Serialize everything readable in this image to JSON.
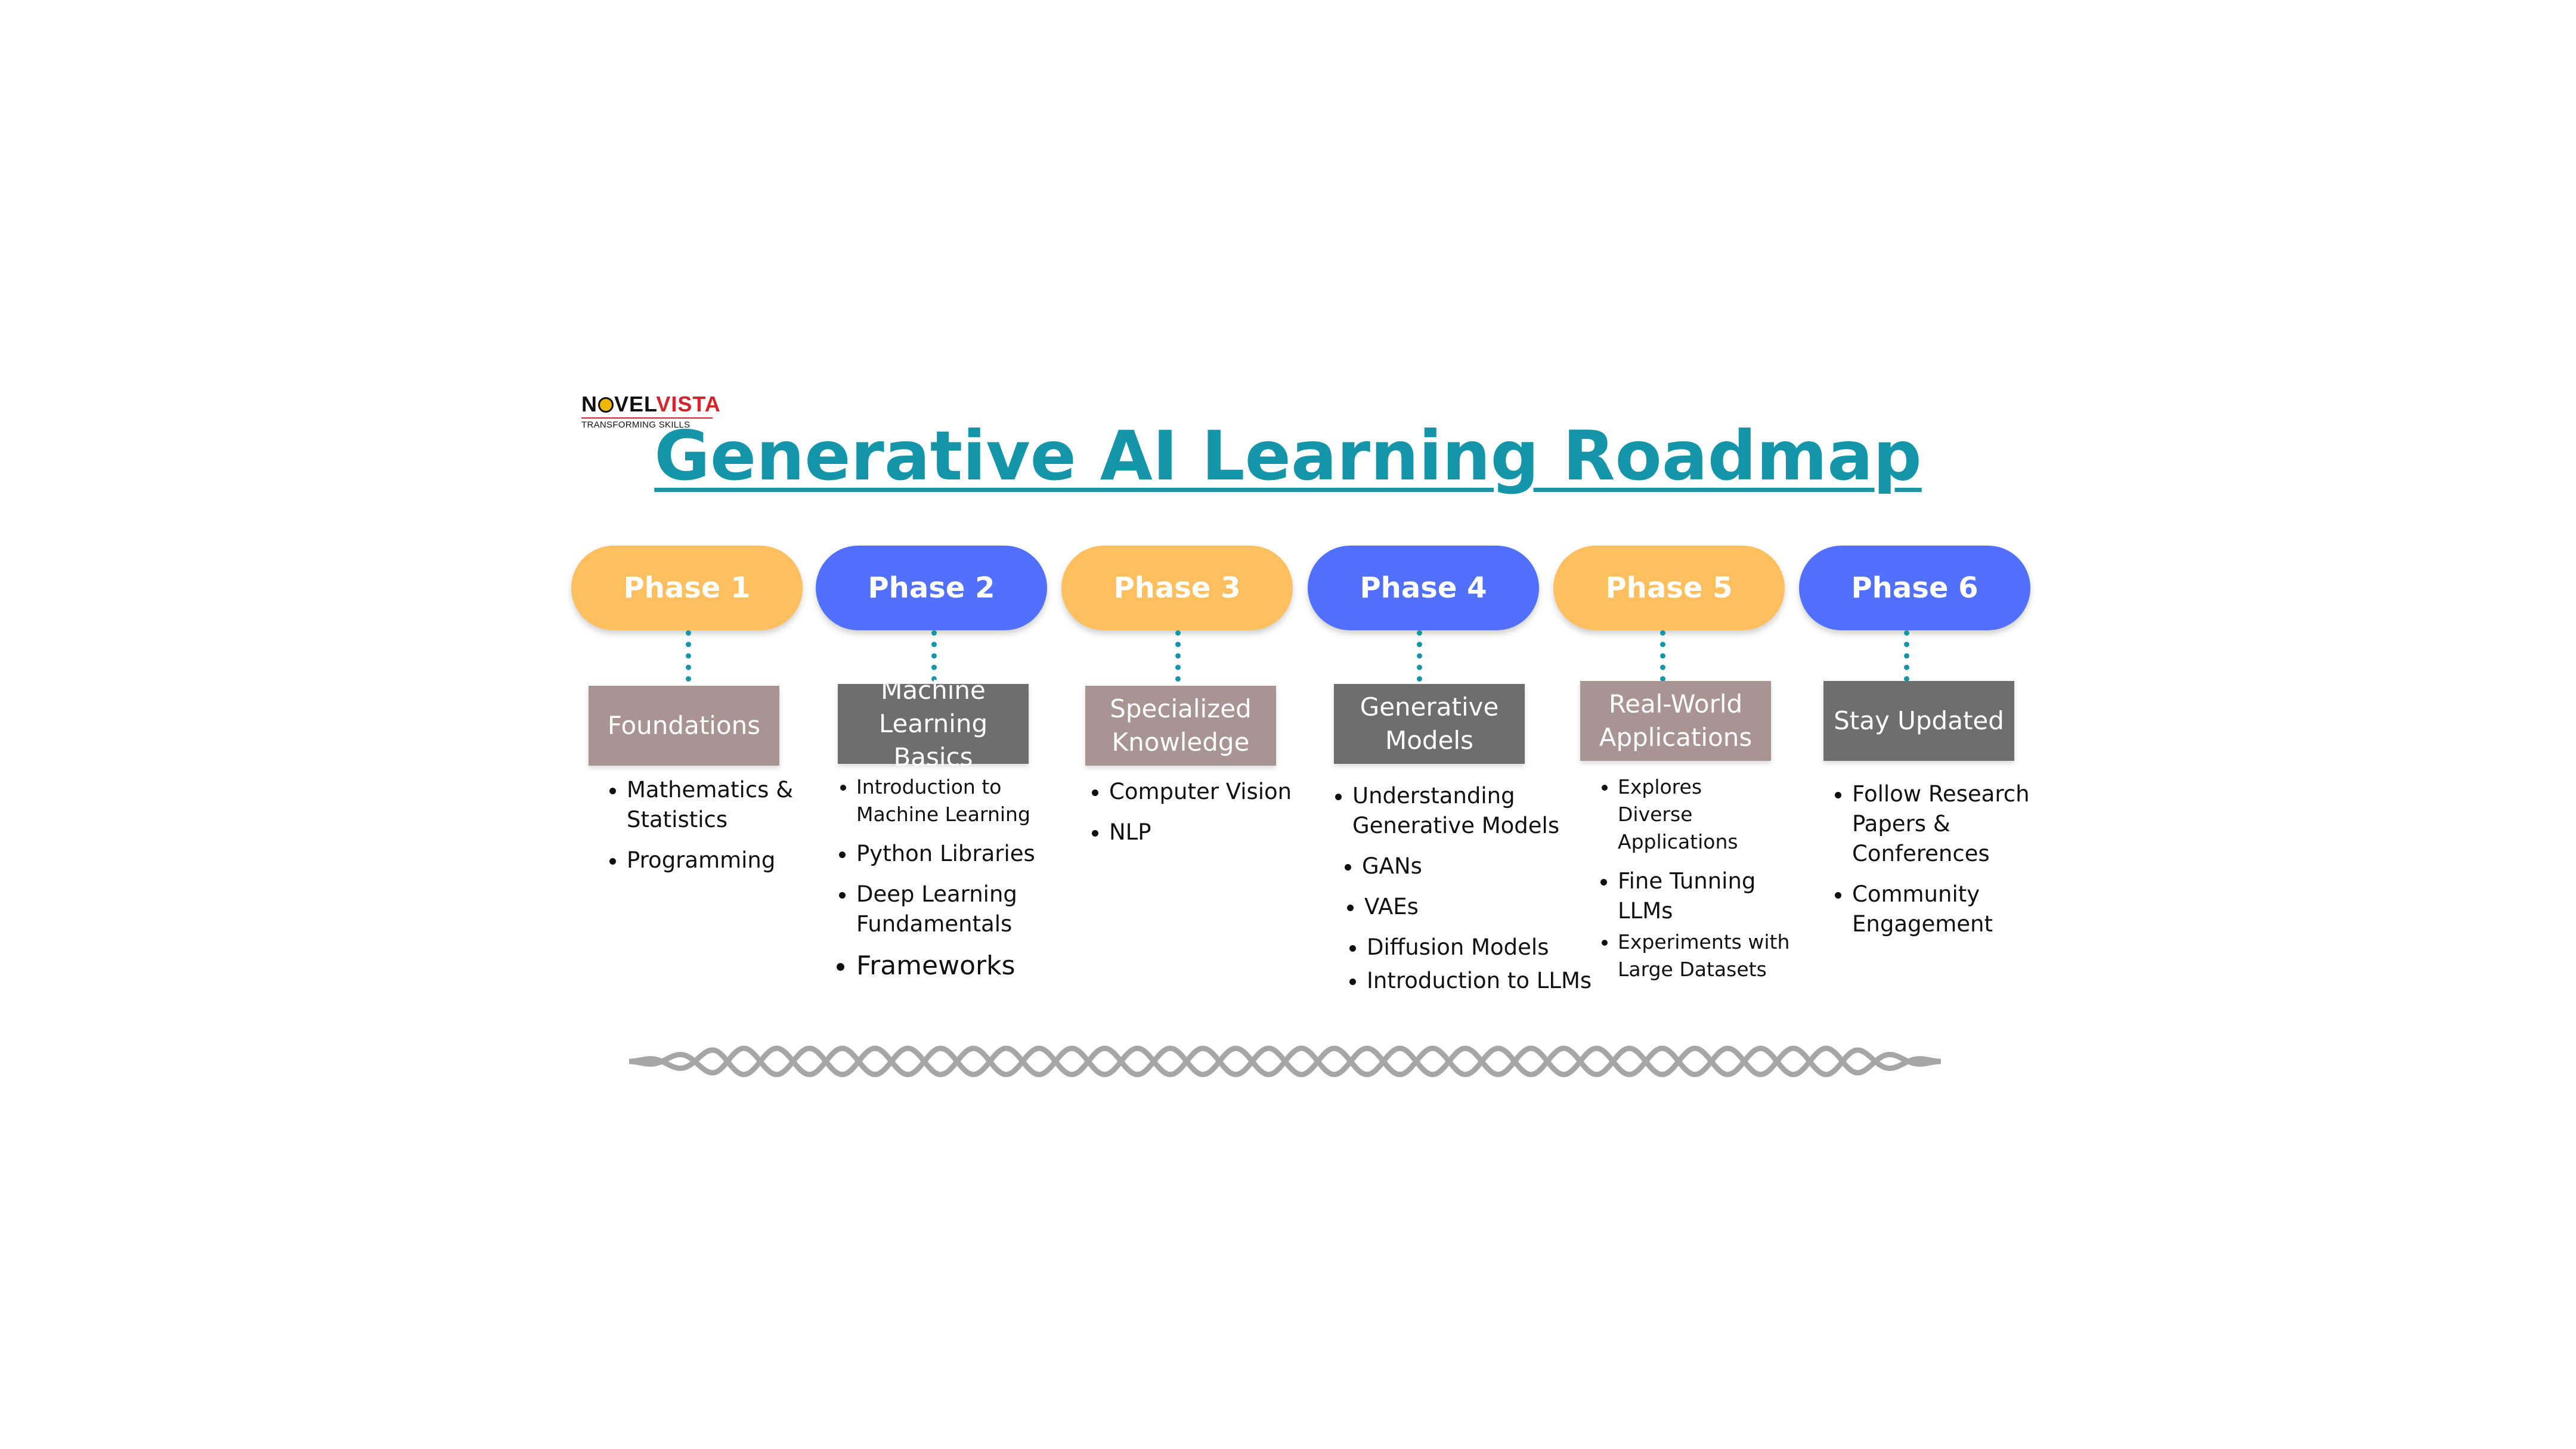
{
  "logo": {
    "text_n": "N",
    "text_vel": "VEL",
    "text_vista": "VISTA",
    "tagline": "TRANSFORMING SKILLS"
  },
  "title": "Generative AI Learning Roadmap",
  "colors": {
    "yellow": "#ffbf5f",
    "blue": "#5170ff",
    "mauve": "#a79493",
    "gray": "#6e6e6e",
    "teal": "#1595a8",
    "wave": "#a6a6a6"
  },
  "phases": [
    {
      "label": "Phase 1",
      "color": "#ffbf5f",
      "stage": "Foundations",
      "stage_color": "#a79493",
      "topics": [
        "Mathematics & Statistics",
        "Programming"
      ]
    },
    {
      "label": "Phase 2",
      "color": "#5170ff",
      "stage": "Machine Learning Basics",
      "stage_color": "#6e6e6e",
      "topics": [
        "Introduction to Machine Learning",
        "Python Libraries",
        "Deep Learning Fundamentals",
        "Frameworks"
      ]
    },
    {
      "label": "Phase 3",
      "color": "#ffbf5f",
      "stage": "Specialized Knowledge",
      "stage_color": "#a79493",
      "topics": [
        "Computer Vision",
        "NLP"
      ]
    },
    {
      "label": "Phase 4",
      "color": "#5170ff",
      "stage": "Generative Models",
      "stage_color": "#6e6e6e",
      "topics": [
        "Understanding Generative Models",
        "GANs",
        "VAEs",
        "Diffusion Models",
        "Introduction to LLMs"
      ]
    },
    {
      "label": "Phase 5",
      "color": "#ffbf5f",
      "stage": "Real-World Applications",
      "stage_color": "#a79493",
      "topics": [
        "Explores Diverse Applications",
        "Fine Tunning LLMs",
        "Experiments with Large Datasets"
      ]
    },
    {
      "label": "Phase 6",
      "color": "#5170ff",
      "stage": "Stay Updated",
      "stage_color": "#6e6e6e",
      "topics": [
        "Follow Research Papers & Conferences",
        "Community Engagement"
      ]
    }
  ]
}
